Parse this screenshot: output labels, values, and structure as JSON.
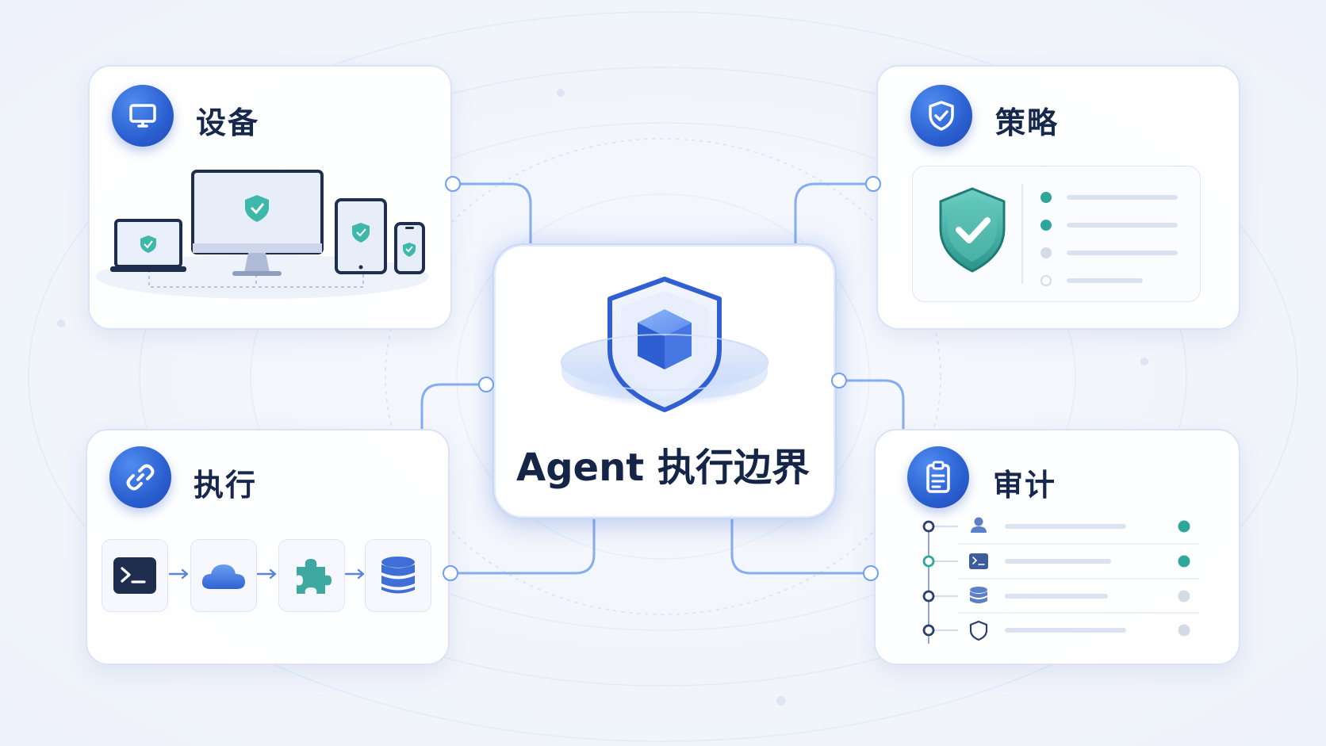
{
  "center": {
    "title": "Agent 执行边界"
  },
  "devices": {
    "title": "设备",
    "icon": "monitor-icon",
    "illustration": [
      "laptop-icon",
      "desktop-icon",
      "tablet-icon",
      "phone-icon"
    ]
  },
  "policy": {
    "title": "策略",
    "icon": "shield-check-icon",
    "items": [
      {
        "state": "active"
      },
      {
        "state": "active"
      },
      {
        "state": "inactive"
      },
      {
        "state": "empty"
      }
    ]
  },
  "execution": {
    "title": "执行",
    "icon": "link-icon",
    "steps": [
      "terminal-icon",
      "cloud-icon",
      "puzzle-icon",
      "database-icon"
    ]
  },
  "audit": {
    "title": "审计",
    "icon": "clipboard-icon",
    "rows": [
      {
        "icon": "user-icon",
        "status": "active"
      },
      {
        "icon": "terminal-icon",
        "status": "active"
      },
      {
        "icon": "database-icon",
        "status": "inactive"
      },
      {
        "icon": "shield-icon",
        "status": "inactive"
      }
    ]
  },
  "colors": {
    "primary": "#2a5fd0",
    "accent_teal": "#2ea69c",
    "connector": "#7aa6f0",
    "title": "#17284d",
    "inactive": "#d5dbe6"
  }
}
